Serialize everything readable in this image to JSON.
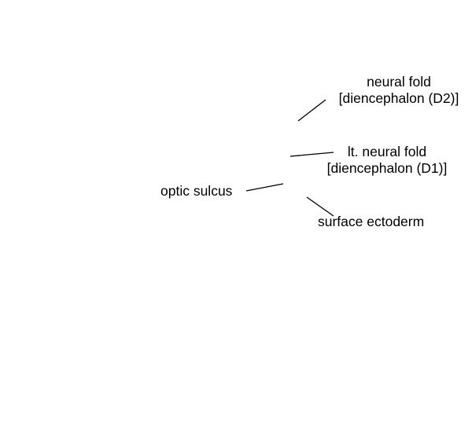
{
  "diagram": {
    "labels": {
      "neural_fold_d2": {
        "line1": "neural fold",
        "line2": "[diencephalon (D2)]"
      },
      "lt_neural_fold_d1": {
        "line1": "lt. neural fold",
        "line2": "[diencephalon (D1)]"
      },
      "optic_sulcus": "optic sulcus",
      "surface_ectoderm": "surface ectoderm"
    },
    "colors": {
      "background": "#ffffff",
      "text": "#000000",
      "line": "#000000"
    }
  }
}
